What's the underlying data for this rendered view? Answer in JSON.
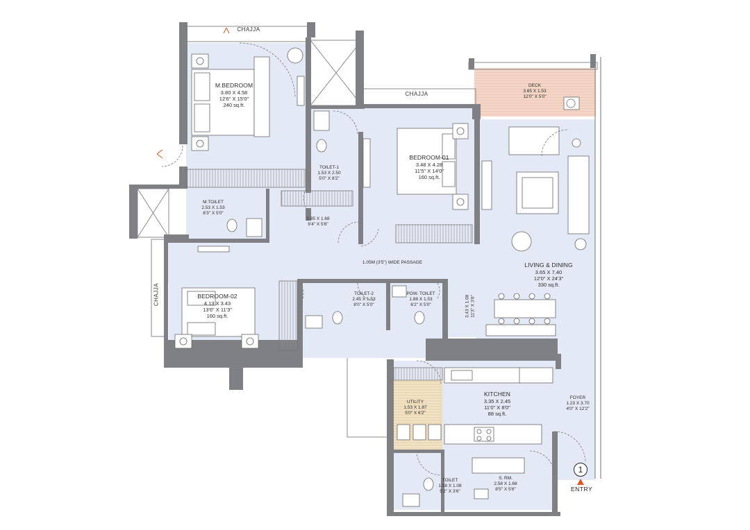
{
  "rooms": {
    "master_bedroom": {
      "name": "M.BEDROOM",
      "dims": "3.80 X 4.58",
      "imperial": "12'6\" X 15'0\"",
      "area": "240 sq.ft."
    },
    "bedroom_01": {
      "name": "BEDROOM-01",
      "dims": "3.48 X 4.28",
      "imperial": "11'5\" X 14'0\"",
      "area": "160 sq.ft."
    },
    "bedroom_02": {
      "name": "BEDROOM-02",
      "dims": "4.13 X 3.43",
      "imperial": "13'6\" X 11'3\"",
      "area": "160 sq.ft."
    },
    "living_dining": {
      "name": "LIVING & DINING",
      "dims": "3.65 X 7.40",
      "imperial": "12'0\" X 24'3\"",
      "area": "330 sq.ft."
    },
    "kitchen": {
      "name": "KITCHEN",
      "dims": "3.35 X 2.45",
      "imperial": "11'0\" X 8'0\"",
      "area": "88 sq.ft."
    },
    "deck": {
      "name": "DECK",
      "dims": "3.65 X 1.53",
      "imperial": "12'0\" X 5'0\""
    },
    "toilet_1": {
      "name": "TOILET-1",
      "dims": "1.53 X 2.50",
      "imperial": "5'0\" X 8'2\""
    },
    "m_toilet": {
      "name": "M.TOILET",
      "dims": "2.53 X 1.53",
      "imperial": "8'3\" X 5'0\""
    },
    "toilet_2": {
      "name": "TOILET-2",
      "dims": "2.45 X 1.53",
      "imperial": "8'0\" X 5'0\""
    },
    "pow_toilet": {
      "name": "POW. TOILET",
      "dims": "1.88 X 1.53",
      "imperial": "6'2\" X 5'0\""
    },
    "utility": {
      "name": "UTILITY",
      "dims": "1.53 X 1.87",
      "imperial": "5'0\" X 6'2\""
    },
    "toilet": {
      "name": "TOILET",
      "dims": "1.58 X 1.08",
      "imperial": "5'2\" X 3'6\""
    },
    "store_room": {
      "name": "S. RM.",
      "dims": "2.58 X 1.68",
      "imperial": "8'5\" X 5'6\""
    },
    "foyer": {
      "name": "FOYER",
      "dims": "1.23 X 3.70",
      "imperial": "4'0\" X 12'2\""
    },
    "dressing": {
      "dims": "2.85 X 1.68",
      "imperial": "9'4\" X 5'6\""
    },
    "passage": {
      "name": "1.05M (3'5\") WIDE PASSAGE"
    },
    "niche": {
      "text": "3.43 X 1.08",
      "imperial": "11'3\" X 3'6\""
    }
  },
  "labels": {
    "chajja": "CHAJJA",
    "entry": "ENTRY",
    "entry_number": "1"
  },
  "colors": {
    "floor": "#e3eaf5",
    "wall": "#7f8084",
    "deck_floor": "#f3d6c6",
    "utility_floor": "#f1e2c4",
    "line": "#555555",
    "accent": "#e2551e"
  }
}
